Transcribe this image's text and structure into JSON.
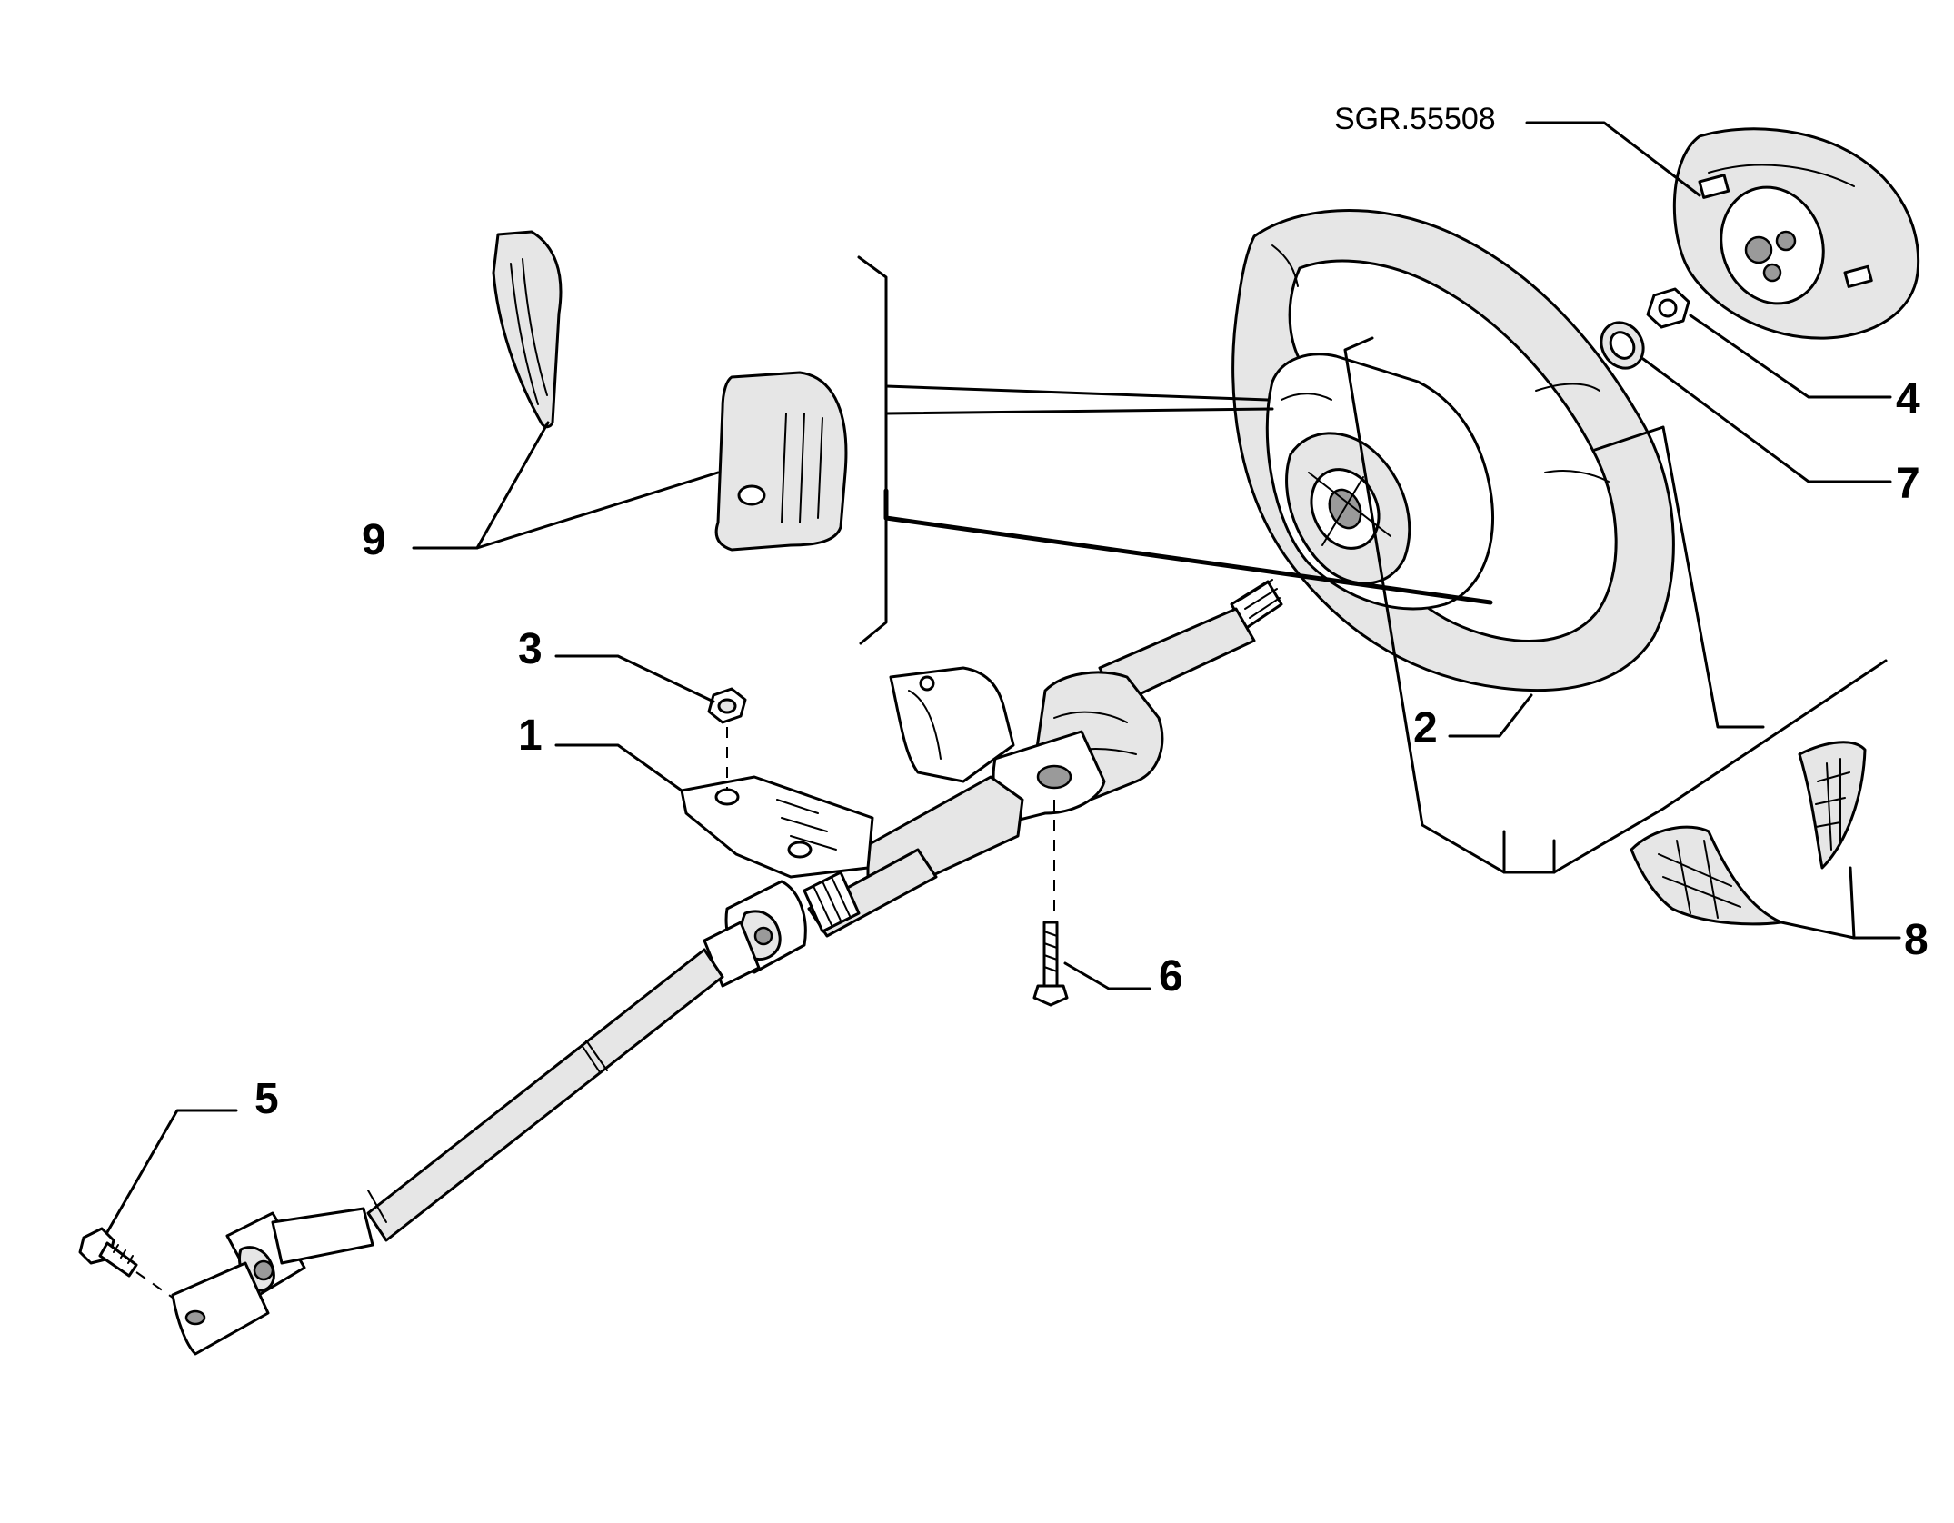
{
  "diagram": {
    "reference_code": "SGR.55508",
    "callouts": [
      {
        "id": "1",
        "label": "1"
      },
      {
        "id": "2",
        "label": "2"
      },
      {
        "id": "3",
        "label": "3"
      },
      {
        "id": "4",
        "label": "4"
      },
      {
        "id": "5",
        "label": "5"
      },
      {
        "id": "6",
        "label": "6"
      },
      {
        "id": "7",
        "label": "7"
      },
      {
        "id": "8",
        "label": "8"
      },
      {
        "id": "9",
        "label": "9"
      }
    ]
  }
}
